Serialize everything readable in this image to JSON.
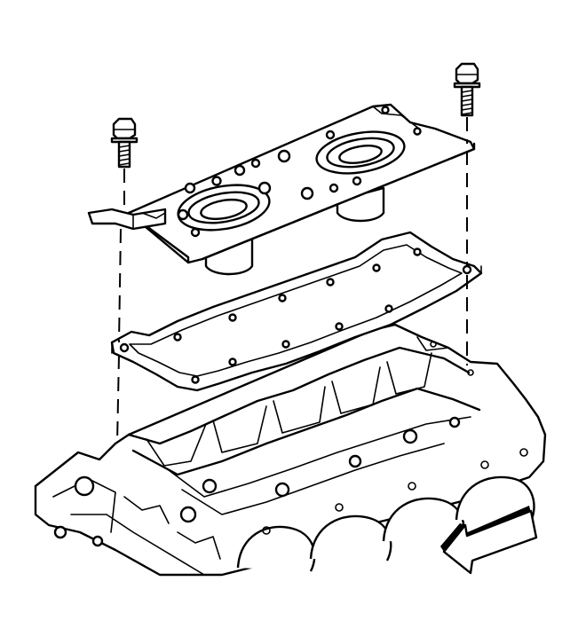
{
  "figure": {
    "components": [
      "bolt-left",
      "bolt-right",
      "valley-cover-plate",
      "valley-cover-gasket",
      "engine-block",
      "direction-arrow"
    ],
    "colors": {
      "line": "#000000",
      "background": "#ffffff"
    }
  }
}
